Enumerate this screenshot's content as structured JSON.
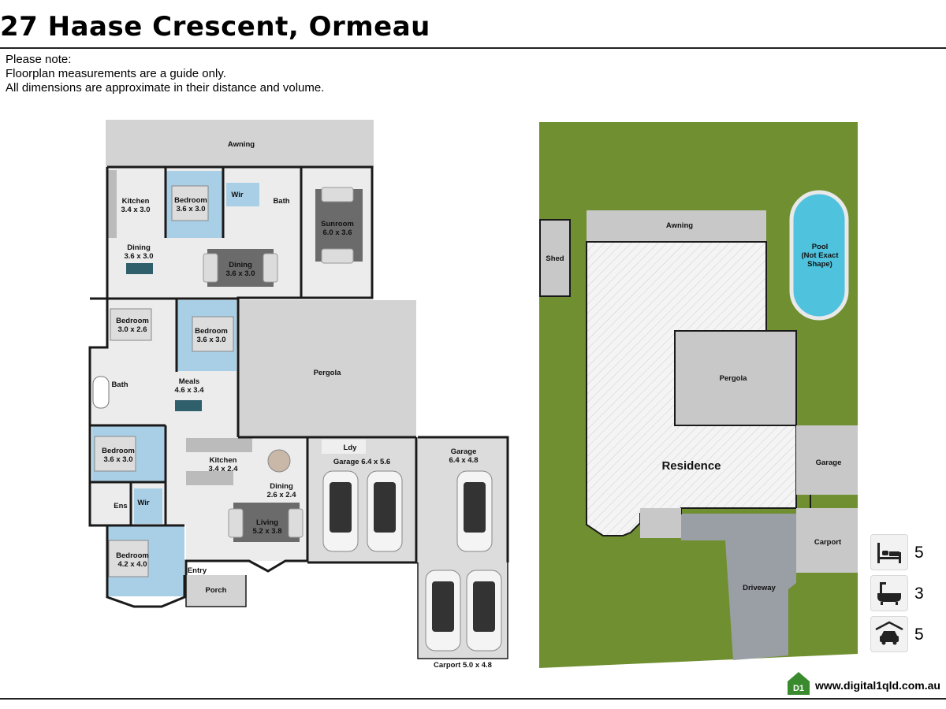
{
  "header": {
    "title": "27 Haase Crescent, Ormeau"
  },
  "notes": {
    "line1": "Please note:",
    "line2": "Floorplan measurements are a guide only.",
    "line3": "All dimensions are approximate in their distance and volume."
  },
  "floorplan": {
    "awning": "Awning",
    "kitchen1_name": "Kitchen",
    "kitchen1_size": "3.4 x 3.0",
    "bedroom_a_name": "Bedroom",
    "bedroom_a_size": "3.6 x 3.0",
    "wir1": "Wir",
    "bath1": "Bath",
    "sunroom_name": "Sunroom",
    "sunroom_size": "6.0 x 3.6",
    "dining1_name": "Dining",
    "dining1_size": "3.6 x 3.0",
    "dining2_name": "Dining",
    "dining2_size": "3.6 x 3.0",
    "bedroom_b_name": "Bedroom",
    "bedroom_b_size": "3.0 x 2.6",
    "bedroom_c_name": "Bedroom",
    "bedroom_c_size": "3.6 x 3.0",
    "pergola": "Pergola",
    "bath2": "Bath",
    "meals_name": "Meals",
    "meals_size": "4.6 x 3.4",
    "bedroom_d_name": "Bedroom",
    "bedroom_d_size": "3.6 x 3.0",
    "kitchen2_name": "Kitchen",
    "kitchen2_size": "3.4 x 2.4",
    "dining3_name": "Dining",
    "dining3_size": "2.6 x 2.4",
    "ens": "Ens",
    "wir2": "Wir",
    "living_name": "Living",
    "living_size": "5.2 x 3.8",
    "bedroom_e_name": "Bedroom",
    "bedroom_e_size": "4.2 x 4.0",
    "entry": "Entry",
    "porch": "Porch",
    "ldy": "Ldy",
    "garage1": "Garage 6.4 x 5.6",
    "garage2_name": "Garage",
    "garage2_size": "6.4 x 4.8",
    "carport": "Carport 5.0 x 4.8"
  },
  "siteplan": {
    "awning": "Awning",
    "shed": "Shed",
    "pool_l1": "Pool",
    "pool_l2": "(Not Exact",
    "pool_l3": "Shape)",
    "pergola": "Pergola",
    "residence": "Residence",
    "garage": "Garage",
    "carport": "Carport",
    "driveway": "Driveway"
  },
  "summary": {
    "bed_icon": "bed-icon",
    "beds": "5",
    "bath_icon": "bathtub-icon",
    "baths": "3",
    "car_icon": "car-icon",
    "cars": "5"
  },
  "footer": {
    "website": "www.digital1qld.com.au",
    "logo_text": "D1"
  },
  "colors": {
    "grass": "#6f8f31",
    "building": "#c8c8c8",
    "bedroom_blue": "#a9cfe6",
    "pool": "#4fc3de",
    "wall": "#1a1a1a"
  }
}
